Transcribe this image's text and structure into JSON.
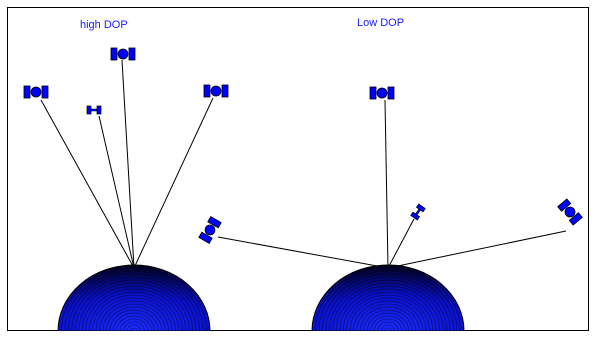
{
  "panels": [
    {
      "title": "high DOP",
      "satellites": [
        "satellite-icon",
        "satellite-icon",
        "satellite-icon",
        "satellite-icon"
      ]
    },
    {
      "title": "Low DOP",
      "satellites": [
        "satellite-icon",
        "satellite-icon",
        "satellite-icon",
        "satellite-icon"
      ]
    }
  ],
  "colors": {
    "frame": "#000000",
    "text": "#1a1aff",
    "satellite": "#0000ff",
    "earth_core": "#0a14ff",
    "earth_ring": "#000000",
    "line": "#000000"
  },
  "icons": {
    "satellite": "satellite-icon",
    "earth": "earth-dome"
  }
}
